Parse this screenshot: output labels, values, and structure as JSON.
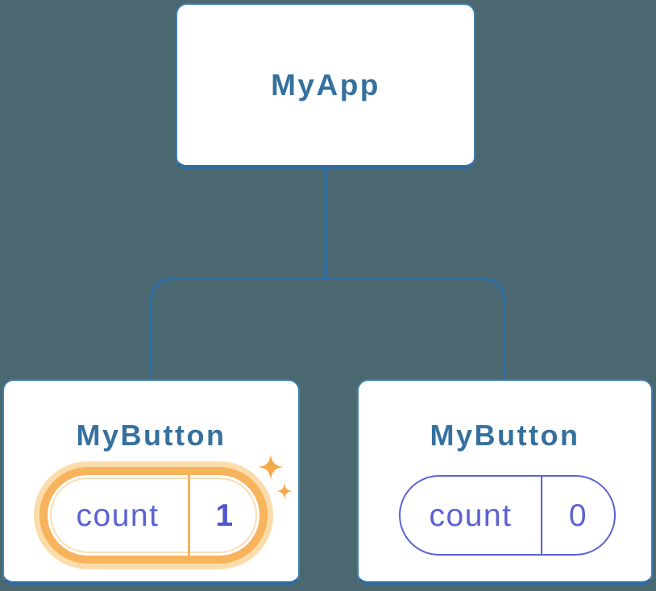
{
  "diagram": {
    "kind": "react-component-tree",
    "description": "Component tree with MyApp root and two MyButton children; first MyButton state just updated"
  },
  "colors": {
    "background": "#4B6770",
    "card_bg": "#FFFFFF",
    "card_border": "#4380AF",
    "card_border_bottom": "#2F6B9D",
    "node_label": "#35709E",
    "connector": "#2F6FA0",
    "state_key": "#5A62D3",
    "state_value_bold": "#4E57CE",
    "pill_border": "#5A62D3",
    "highlight_ring": "#F7B45C",
    "highlight_glow": "#FBDCAA",
    "sparkle": "#F5A94C"
  },
  "icons": {
    "sparkle_icon": "four-point-star"
  },
  "tree": {
    "root": {
      "label": "MyApp"
    },
    "children": [
      {
        "label": "MyButton",
        "highlighted": true,
        "state": {
          "key": "count",
          "value": "1"
        }
      },
      {
        "label": "MyButton",
        "highlighted": false,
        "state": {
          "key": "count",
          "value": "0"
        }
      }
    ]
  }
}
